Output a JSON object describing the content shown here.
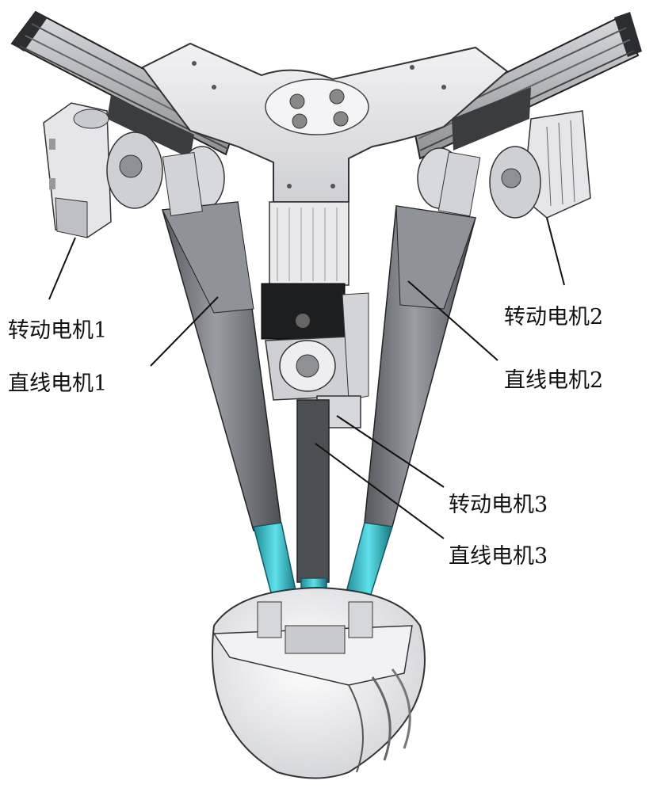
{
  "labels": {
    "rot1": "转动电机1",
    "lin1": "直线电机1",
    "rot2": "转动电机2",
    "lin2": "直线电机2",
    "rot3": "转动电机3",
    "lin3": "直线电机3"
  },
  "colors": {
    "rod_dark": "#4a4d52",
    "rod_mid": "#7d8086",
    "rod_light": "#a7aab0",
    "joint_cyan": "#2fb9c4",
    "metal_light": "#e4e4e8",
    "metal_mid": "#c5c6cb",
    "frame_dark": "#2b2d30",
    "leader": "#111111"
  }
}
